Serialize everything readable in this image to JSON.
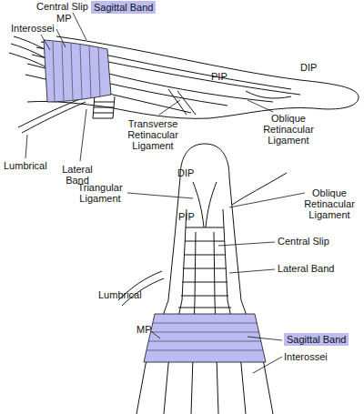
{
  "diagram": {
    "nodes": [
      {
        "text": [
          "Sagittal Band"
        ]
      },
      {
        "text": [
          "Sagittal Band"
        ]
      }
    ],
    "labels": [
      "Central Slip",
      "MP",
      "Interossei",
      "PIP",
      "DIP",
      "Transverse Retinacular Ligament",
      "Oblique Retinacular Ligament",
      "Lumbrical",
      "Lateral Band",
      "DIP",
      "Triangular Ligament",
      "Oblique Retinacular Ligament",
      "PIP",
      "Central Slip",
      "Lateral Band",
      "Lumbrical",
      "MP",
      "Interossei"
    ]
  }
}
